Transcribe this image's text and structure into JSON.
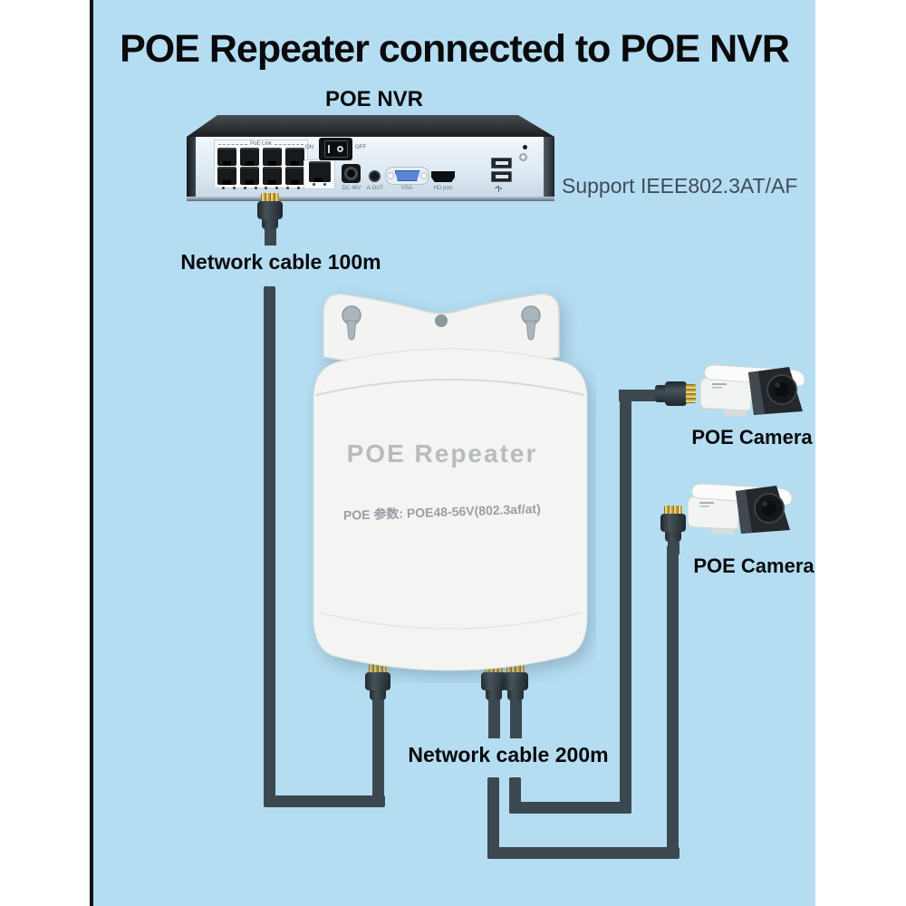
{
  "diagram": {
    "title": "POE Repeater connected to POE NVR",
    "background_color": "#b5ddf2",
    "cable_color": "#3c4850",
    "frame_line_color": "#141414"
  },
  "nvr": {
    "label": "POE NVR",
    "support_note": "Support IEEE802.3AT/AF",
    "poe_link_label": "PoE Link",
    "switch_on": "ON",
    "switch_off": "OFF",
    "jacks": [
      "DC 48V",
      "A-OUT",
      "VGA",
      "HD port"
    ]
  },
  "repeater": {
    "name": "POE Repeater",
    "spec": "POE 参数: POE48-56V(802.3af/at)",
    "body_color": "#f4f5f2",
    "name_text_color": "#b7bbbf",
    "spec_text_color": "#989ea5"
  },
  "cables": {
    "nvr_cable_label": "Network cable 100m",
    "camera_cable_label": "Network cable 200m"
  },
  "cameras": [
    {
      "label": "POE Camera"
    },
    {
      "label": "POE Camera"
    }
  ]
}
